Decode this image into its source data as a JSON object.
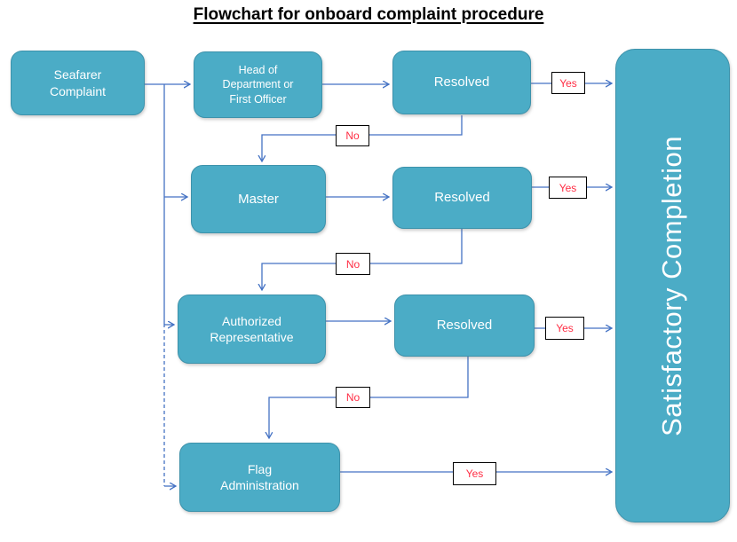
{
  "title": "Flowchart for onboard complaint procedure",
  "colors": {
    "node_fill": "#4BACC6",
    "node_border": "#3D92AB",
    "connector": "#4472C4",
    "label_red": "#FF2D44",
    "label_border": "#000000",
    "node_text": "#FFFFFF",
    "background": "#FFFFFF"
  },
  "nodes": {
    "seafarer": {
      "label": "Seafarer Complaint"
    },
    "head_of_department": {
      "label": "Head of Department or First Officer"
    },
    "resolved_1": {
      "label": "Resolved"
    },
    "master": {
      "label": "Master"
    },
    "resolved_2": {
      "label": "Resolved"
    },
    "authorized_representative": {
      "label": "Authorized Representative"
    },
    "resolved_3": {
      "label": "Resolved"
    },
    "flag_administration": {
      "label": "Flag Administration"
    },
    "satisfactory_completion": {
      "label": "Satisfactory Completion"
    }
  },
  "edge_labels": {
    "yes_1": "Yes",
    "no_1": "No",
    "yes_2": "Yes",
    "no_2": "No",
    "yes_3": "Yes",
    "no_3": "No",
    "yes_4": "Yes"
  }
}
